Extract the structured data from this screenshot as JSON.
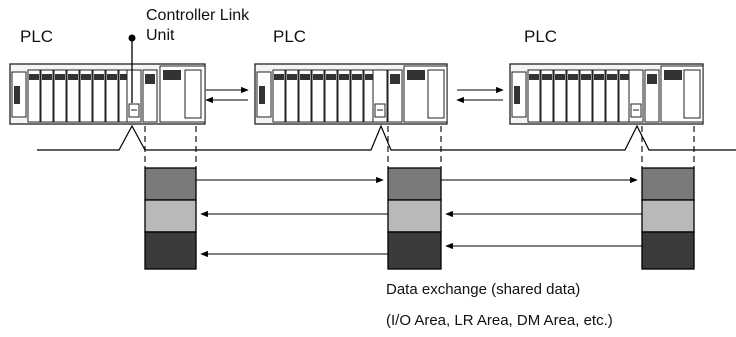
{
  "labels": {
    "plc_1": "PLC",
    "plc_2": "PLC",
    "plc_3": "PLC",
    "controller_link_line1": "Controller Link",
    "controller_link_line2": "Unit",
    "caption_line1": "Data exchange (shared data)",
    "caption_line2": "(I/O Area, LR Area, DM Area, etc.)"
  },
  "memory_block_colors": {
    "top": "#7a7a7a",
    "middle": "#b9b9b9",
    "bottom": "#3b3b3b"
  },
  "plc_count": 3,
  "memory_rows_per_node": 3
}
